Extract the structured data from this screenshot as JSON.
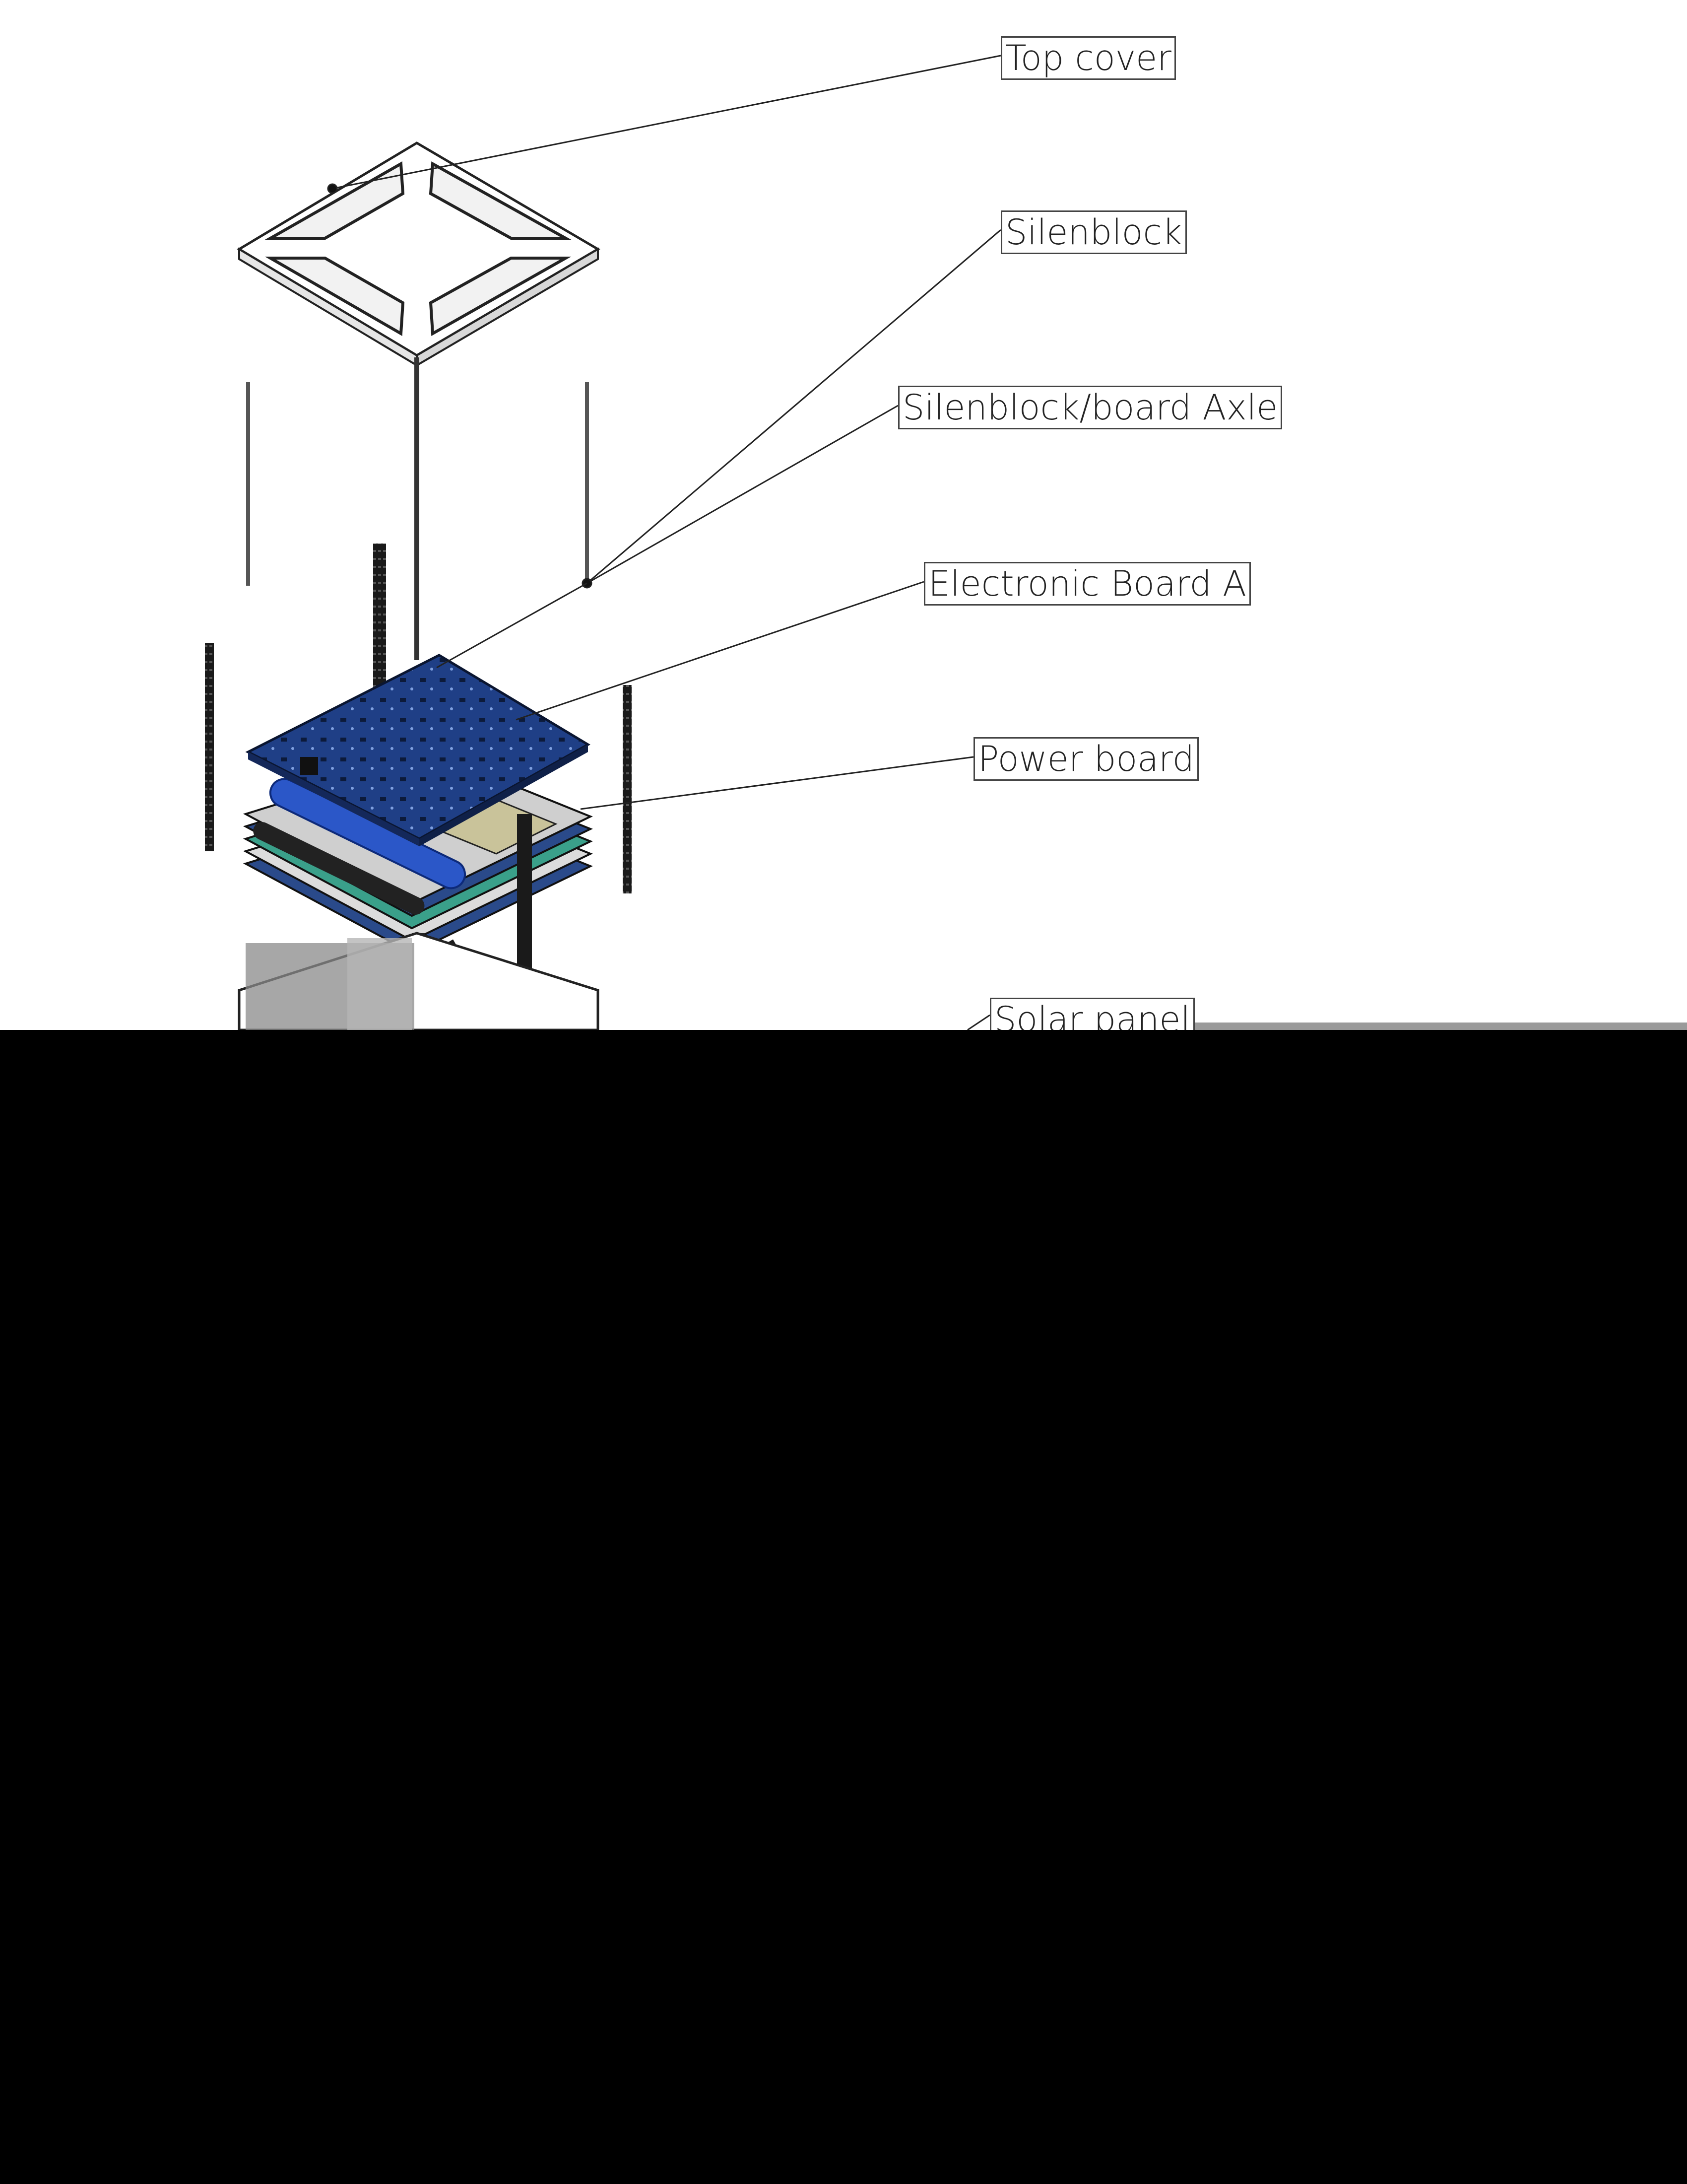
{
  "diagram": {
    "callouts": [
      {
        "id": "top-cover",
        "label": "Top cover"
      },
      {
        "id": "silenblock",
        "label": "Silenblock"
      },
      {
        "id": "silenblock-axle",
        "label": "Silenblock/board Axle"
      },
      {
        "id": "electronic-board-a",
        "label": "Electronic Board A"
      },
      {
        "id": "power-board",
        "label": "Power board"
      },
      {
        "id": "solar-panel",
        "label": "Solar panel"
      }
    ]
  },
  "colors": {
    "board_blue": "#1f3f86",
    "battery_blue": "#2b57c8",
    "rail_dark": "#1a1a1a",
    "frame_gray": "#8a8a8a",
    "background": "#ffffff",
    "mask": "#000000"
  }
}
